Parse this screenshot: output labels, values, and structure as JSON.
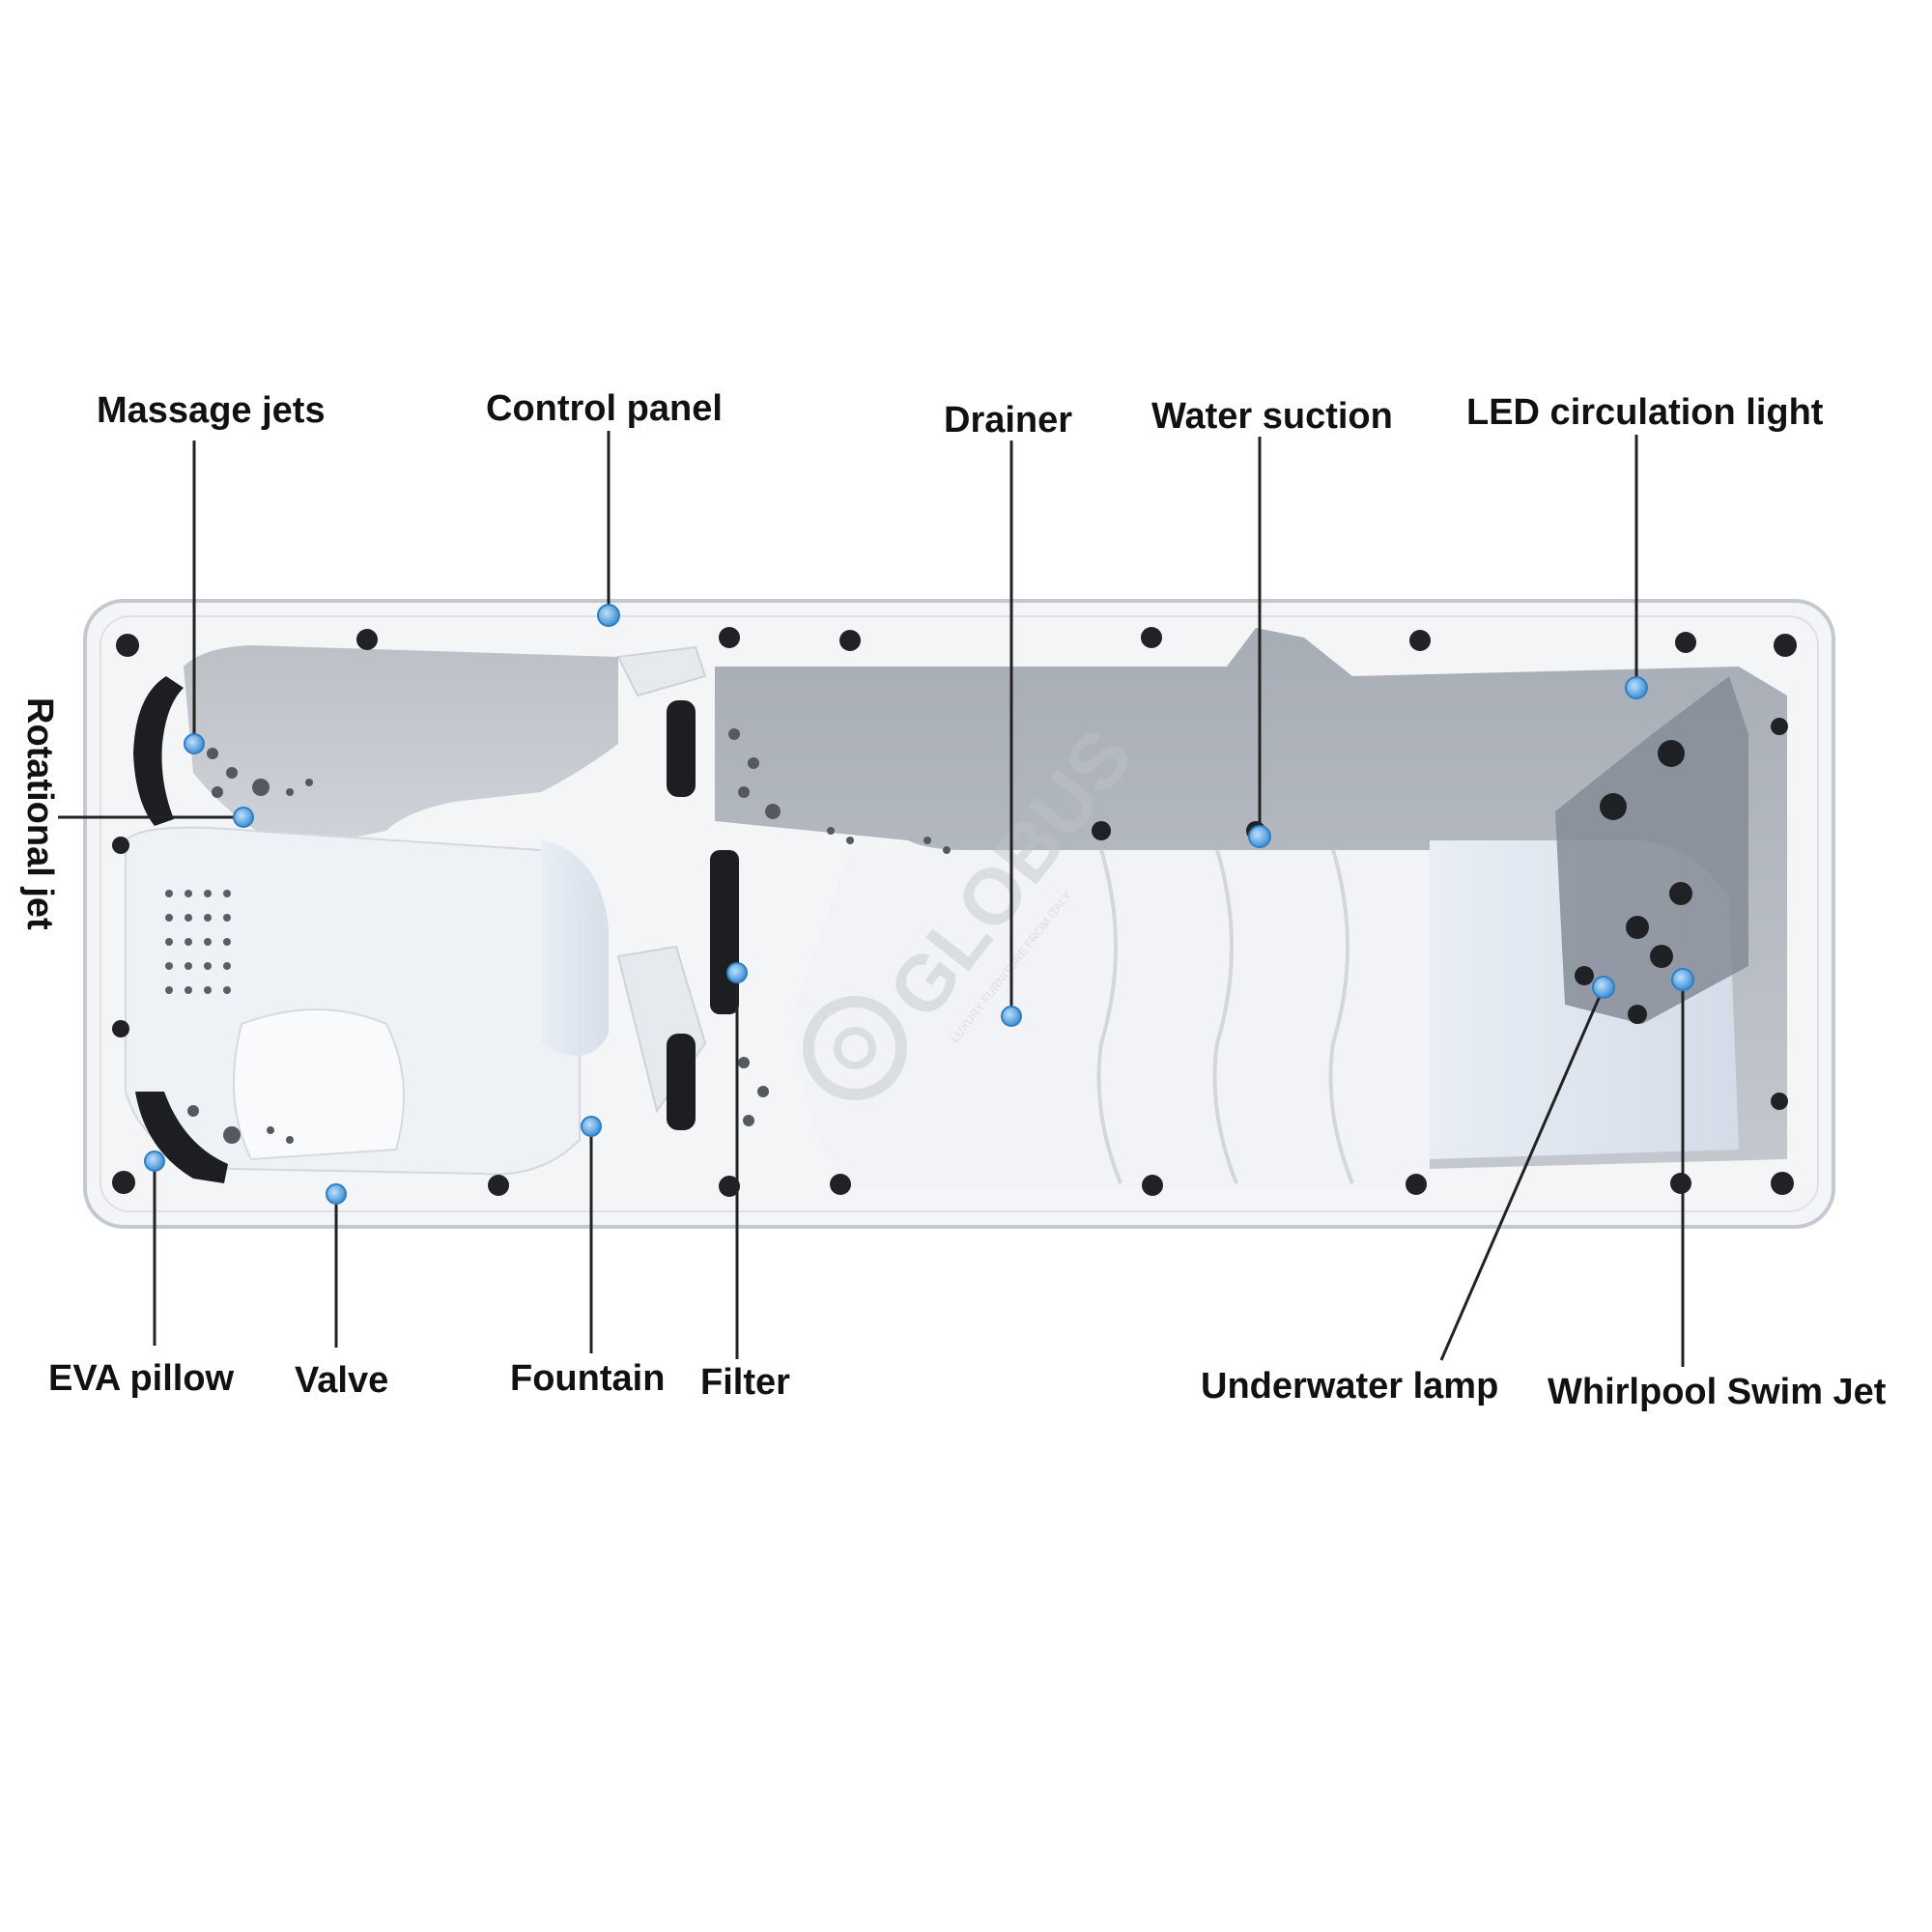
{
  "colors": {
    "tub_white": "#f7f8fa",
    "tub_outline": "#c9ced6",
    "shell_gray": "#9aa1ab",
    "shell_dark": "#6c727c",
    "water_blue": "#dfe7f1",
    "jet_dark": "#2a2c30",
    "marker_blue": "#5ba8e6",
    "leader_line": "#222222",
    "watermark": "#c8cbd0"
  },
  "watermark": {
    "brand": "GLOBUS",
    "tagline": "LUXURY FURNITURE FROM ITALY"
  },
  "callouts": [
    {
      "id": "massage-jets",
      "label": "Massage jets"
    },
    {
      "id": "control-panel",
      "label": "Control panel"
    },
    {
      "id": "drainer",
      "label": "Drainer"
    },
    {
      "id": "water-suction",
      "label": "Water suction"
    },
    {
      "id": "led-circulation-light",
      "label": "LED circulation light"
    },
    {
      "id": "rotational-jet",
      "label": "Rotational jet"
    },
    {
      "id": "eva-pillow",
      "label": "EVA pillow"
    },
    {
      "id": "valve",
      "label": "Valve"
    },
    {
      "id": "fountain",
      "label": "Fountain"
    },
    {
      "id": "filter",
      "label": "Filter"
    },
    {
      "id": "underwater-lamp",
      "label": "Underwater lamp"
    },
    {
      "id": "whirlpool-swim-jet",
      "label": "Whirlpool Swim Jet"
    }
  ]
}
